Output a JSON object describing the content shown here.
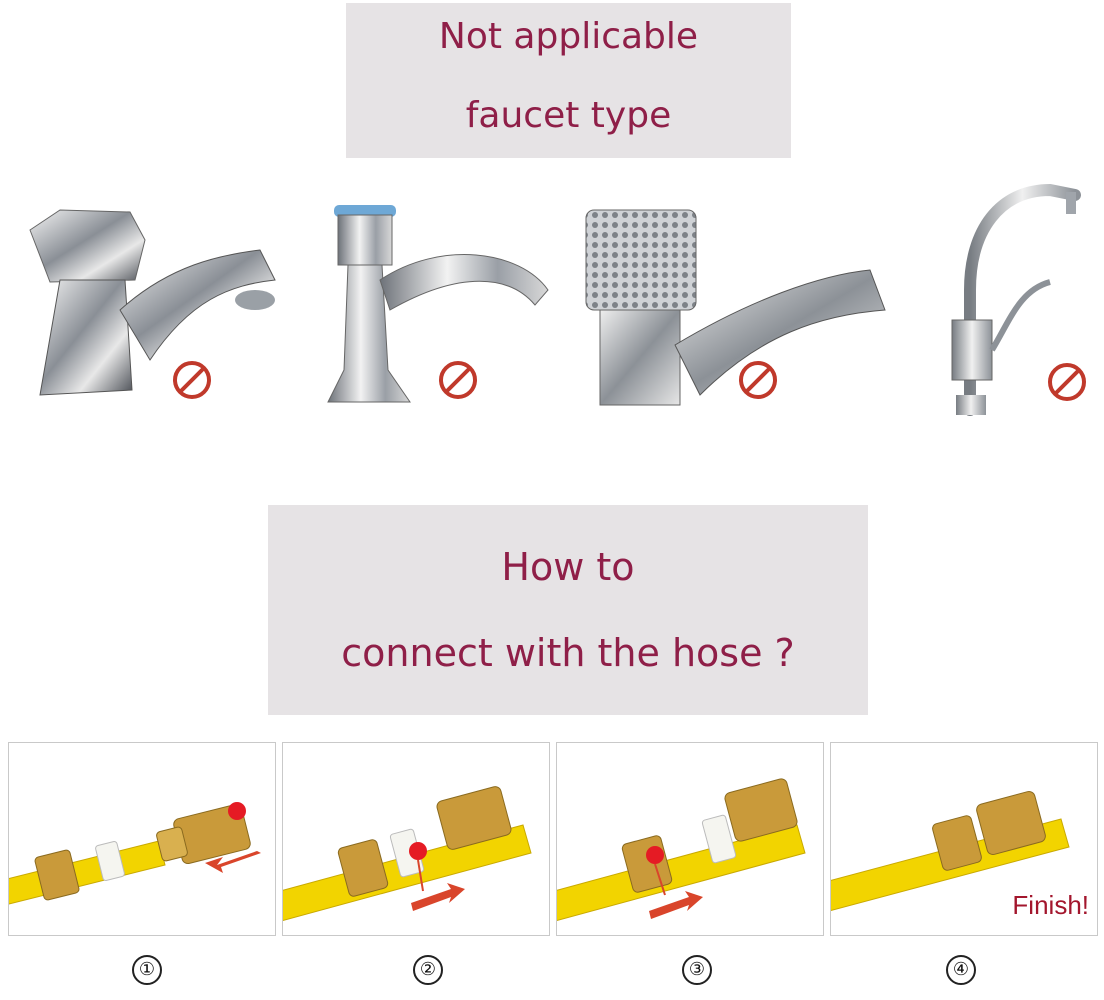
{
  "banner_top": {
    "line1": "Not applicable",
    "line2": "faucet type"
  },
  "faucets": [
    {
      "icon": "double-handle-faucet"
    },
    {
      "icon": "push-button-faucet"
    },
    {
      "icon": "knurled-knob-faucet"
    },
    {
      "icon": "gooseneck-faucet"
    }
  ],
  "banner_mid": {
    "line1": "How to",
    "line2": "connect with the hose ?"
  },
  "steps": [
    {
      "number": "①"
    },
    {
      "number": "②"
    },
    {
      "number": "③"
    },
    {
      "number": "④",
      "label": "Finish!"
    }
  ],
  "colors": {
    "banner_bg": "#e6e3e5",
    "banner_text": "#8f1f48",
    "hose": "#f2d400",
    "brass": "#c99a3a",
    "prohibit": "#c0392b",
    "arrow": "#d9452b"
  }
}
